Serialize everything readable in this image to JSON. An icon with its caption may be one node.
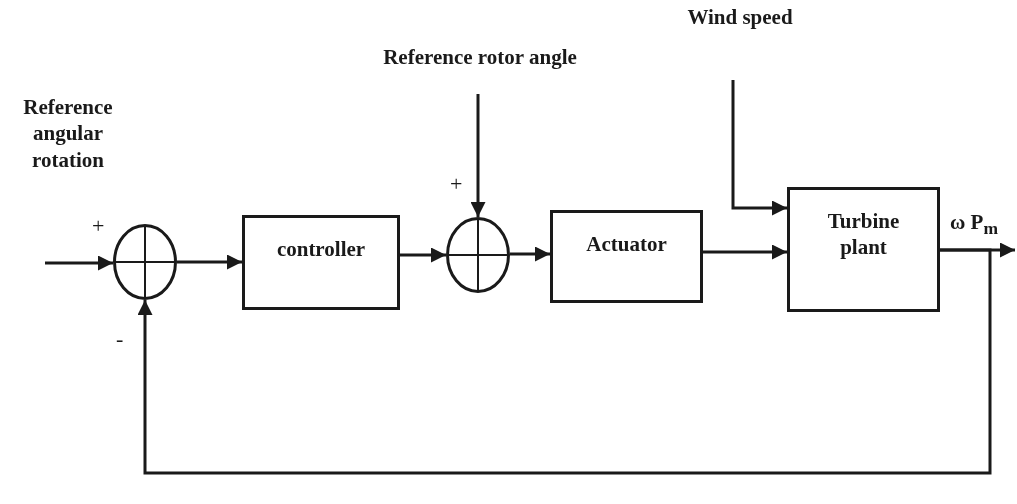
{
  "diagram": {
    "nodes": [
      {
        "text": [],
        "shape": "circle"
      },
      {
        "text": [
          "controller"
        ]
      },
      {
        "text": [
          "Reference rotor angle"
        ]
      },
      {
        "text": [],
        "shape": "circle"
      },
      {
        "text": [
          "Actuator"
        ]
      },
      {
        "text": [
          "Wind speed"
        ]
      },
      {
        "text": [
          "Turbine plant"
        ]
      }
    ],
    "edges": [
      {
        "from": null,
        "to": 0,
        "arrow": "to"
      },
      {
        "from": 0,
        "to": 1,
        "arrow": "to"
      },
      {
        "from": 1,
        "to": 3,
        "arrow": "to"
      },
      {
        "from": 2,
        "to": 3,
        "arrow": "to"
      },
      {
        "from": 3,
        "to": 4,
        "arrow": "to"
      },
      {
        "from": 5,
        "to": 6,
        "arrow": "to"
      },
      {
        "from": 4,
        "to": 6,
        "arrow": "to"
      },
      {
        "from": 6,
        "to": null,
        "arrow": "to",
        "label": "ω P$_{m}$"
      },
      {
        "from": 6,
        "to": 0,
        "arrow": "to"
      }
    ],
    "labels": [
      "Reference angular rotation",
      "+",
      "-",
      "+"
    ]
  }
}
